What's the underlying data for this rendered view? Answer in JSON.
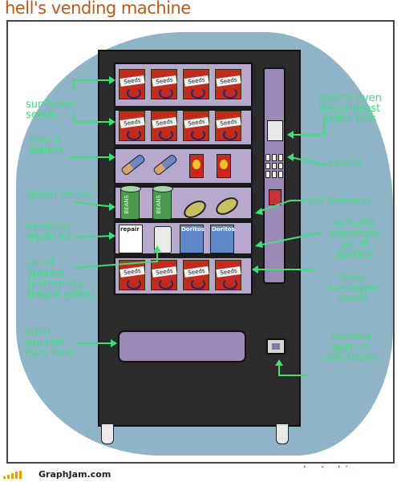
{
  "title": "hell's vending machine",
  "labels": {
    "sunflower_seeds": "sunflower\nseeds",
    "necco_wafers": "necco\nwafers",
    "green_beans": "green beans",
    "eyeglass_repair_kit": "eyeglass\nrepair kit",
    "jar_of_spiders": "jar of\nspiders\n(extremely\nfragile glass)",
    "rabid_squirrel": "rabid\nsquirrel\nlives here",
    "rejects_bills": "rejects even\nthe crispest\ndollar bills",
    "raisins": "raisins",
    "old_bananas": "old bananas",
    "dispenses_spiders": "actually\ndispenses\njar of\nspiders",
    "more_seeds": "more\nsunflower\nseeds",
    "chewed_gum": "chewed\ngum in\ncoin return"
  },
  "product_text": {
    "seeds": "Seeds",
    "beans": "BEANS",
    "repair": "repair",
    "doritos": "Doritos"
  },
  "watermark": "pleated-jeans",
  "footer_site": "GraphJam.com",
  "colors": {
    "title": "#c0581e",
    "annotation": "#3fe07a",
    "background_blob": "#8fb4c8",
    "machine_body": "#2b2b2b",
    "window": "#b7a9cd",
    "seeds_packet": "#c22a1d"
  }
}
